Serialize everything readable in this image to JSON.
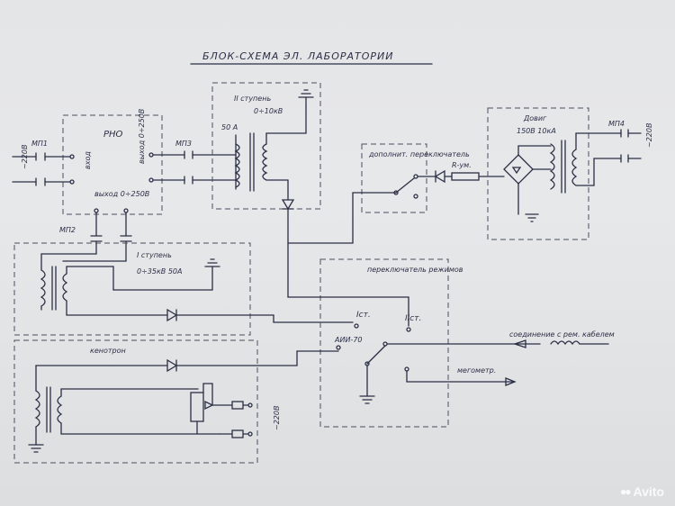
{
  "title": "БЛОК-СХЕМА ЭЛ. ЛАБОРАТОРИИ",
  "labels": {
    "mp1": "МП1",
    "rno": "РНО",
    "input_left": "~220В",
    "input_rno": "вход",
    "output_rno": "выход 0÷250В",
    "output_bottom": "выход 0÷250В",
    "mp3": "МП3",
    "stage2": "II ступень",
    "stage2_range": "0÷10кВ",
    "stage2_current": "50 А",
    "switch1": "дополнит. переключатель",
    "resistor": "R-ум.",
    "dovig": "Довиг",
    "dovig_spec": "150В 10кА",
    "mp4": "МП4",
    "input_right": "~220В",
    "mp2": "МП2",
    "stage1": "I ступень",
    "stage1_spec": "0÷35кВ 50А",
    "switch_mode": "переключатель режимов",
    "pos_i": "Iст.",
    "pos_ii": "IIст.",
    "pos_aii": "АИИ-70",
    "kenotron": "кенотрон",
    "cable": "соединение с рем. кабелем",
    "megohmmeter": "мегометр.",
    "input_bottom": "~220В"
  },
  "watermark": "Avito"
}
